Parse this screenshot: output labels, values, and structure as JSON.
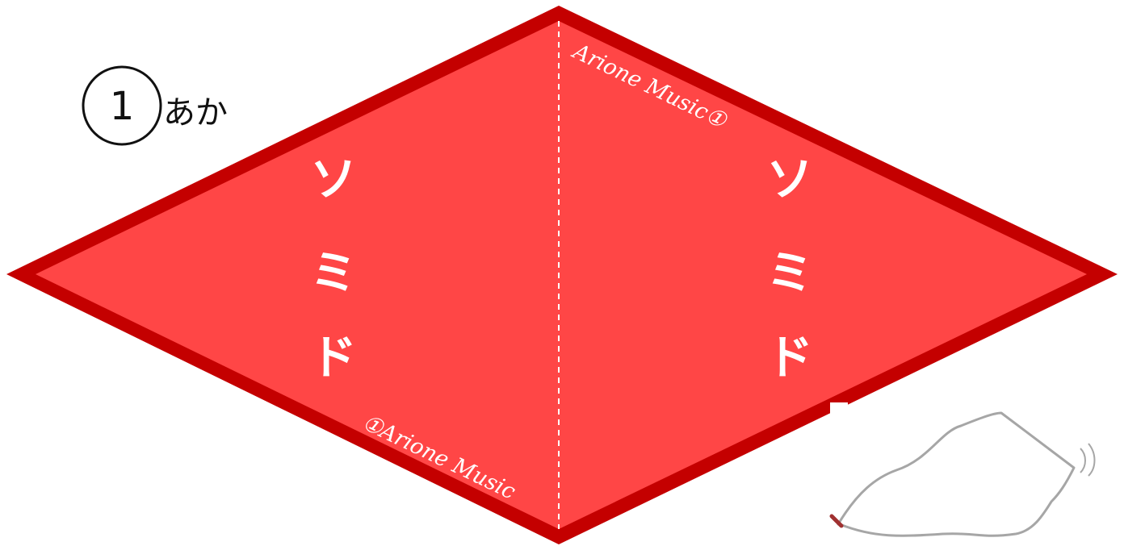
{
  "label": {
    "number": "1",
    "color_name": "あか"
  },
  "panel_left": {
    "notes": [
      "ソ",
      "ミ",
      "ド"
    ],
    "brand": "①Arione Music"
  },
  "panel_right": {
    "notes": [
      "ソ",
      "ミ",
      "ド"
    ],
    "brand": "Arione Music①"
  },
  "colors": {
    "fill": "#ff4646",
    "border": "#c40000",
    "text": "#ffffff",
    "fold_line": "#ffffff",
    "sketch_line": "#a6a6a6"
  },
  "icons": {
    "fold_line": "dashed-fold-line",
    "illustration": "bell-sketch-icon"
  }
}
